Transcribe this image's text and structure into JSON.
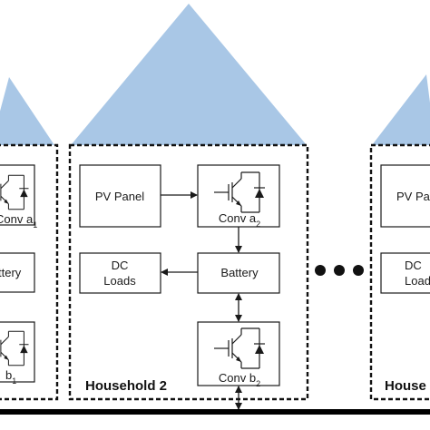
{
  "colors": {
    "roof": "#a9c7e6",
    "frame": "#111111",
    "bus": "#000000",
    "box_fill": "#ffffff"
  },
  "households": {
    "left": {
      "conv_a_prefix": "Conv a",
      "conv_a_sub": "1",
      "battery_fragment": "ttery",
      "conv_b_prefix": "b",
      "conv_b_sub": "1"
    },
    "center": {
      "name": "Household 2",
      "pv_panel": "PV Panel",
      "dc_loads_line1": "DC",
      "dc_loads_line2": "Loads",
      "battery": "Battery",
      "conv_a_prefix": "Conv a",
      "conv_a_sub": "2",
      "conv_b_prefix": "Conv b",
      "conv_b_sub": "2"
    },
    "right": {
      "name_fragment": "House",
      "pv_fragment": "PV Pa",
      "dc_fragment_line1": "DC",
      "dc_fragment_line2": "Load"
    }
  },
  "ellipsis_dots": 3
}
